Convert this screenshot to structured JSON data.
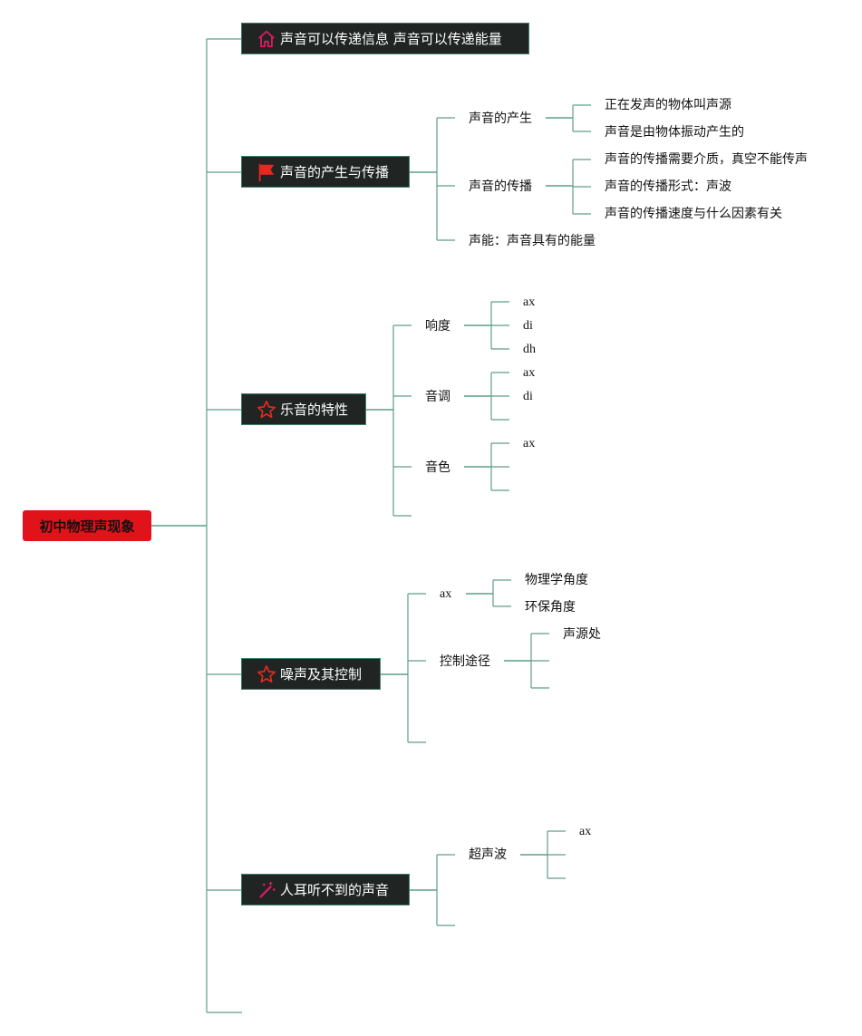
{
  "colors": {
    "root_bg": "#e0121a",
    "topic_bg": "#202524",
    "line": "#5f9e8c",
    "topic_border": "#3f7f6d",
    "icon_red": "#e8281f",
    "icon_pink": "#d81b60"
  },
  "root": {
    "label": "初中物理声现象"
  },
  "topics": [
    {
      "label": "声音可以传递信息 声音可以传递能量",
      "icon": "home-icon"
    },
    {
      "label": "声音的产生与传播",
      "icon": "flag-icon",
      "children": [
        {
          "label": "声音的产生",
          "children": [
            "正在发声的物体叫声源",
            "声音是由物体振动产生的"
          ]
        },
        {
          "label": "声音的传播",
          "children": [
            "声音的传播需要介质，真空不能传声",
            "声音的传播形式：声波",
            "声音的传播速度与什么因素有关"
          ]
        },
        {
          "label": "声能：声音具有的能量"
        }
      ]
    },
    {
      "label": "乐音的特性",
      "icon": "star-outline-icon",
      "children": [
        {
          "label": "响度",
          "children": [
            "ax",
            "di",
            "dh"
          ]
        },
        {
          "label": "音调",
          "children": [
            "ax",
            "di",
            ""
          ]
        },
        {
          "label": "音色",
          "children": [
            "ax",
            "",
            ""
          ]
        },
        {
          "label": ""
        }
      ]
    },
    {
      "label": "噪声及其控制",
      "icon": "star-outline-icon",
      "children": [
        {
          "label": "ax",
          "children": [
            "物理学角度",
            "环保角度"
          ]
        },
        {
          "label": "控制途径",
          "children": [
            "声源处",
            "",
            ""
          ]
        },
        {
          "label": ""
        }
      ]
    },
    {
      "label": "人耳听不到的声音",
      "icon": "magic-wand-icon",
      "children": [
        {
          "label": "超声波",
          "children": [
            "ax",
            "",
            ""
          ]
        },
        {
          "label": ""
        }
      ]
    },
    {
      "label": ""
    }
  ]
}
